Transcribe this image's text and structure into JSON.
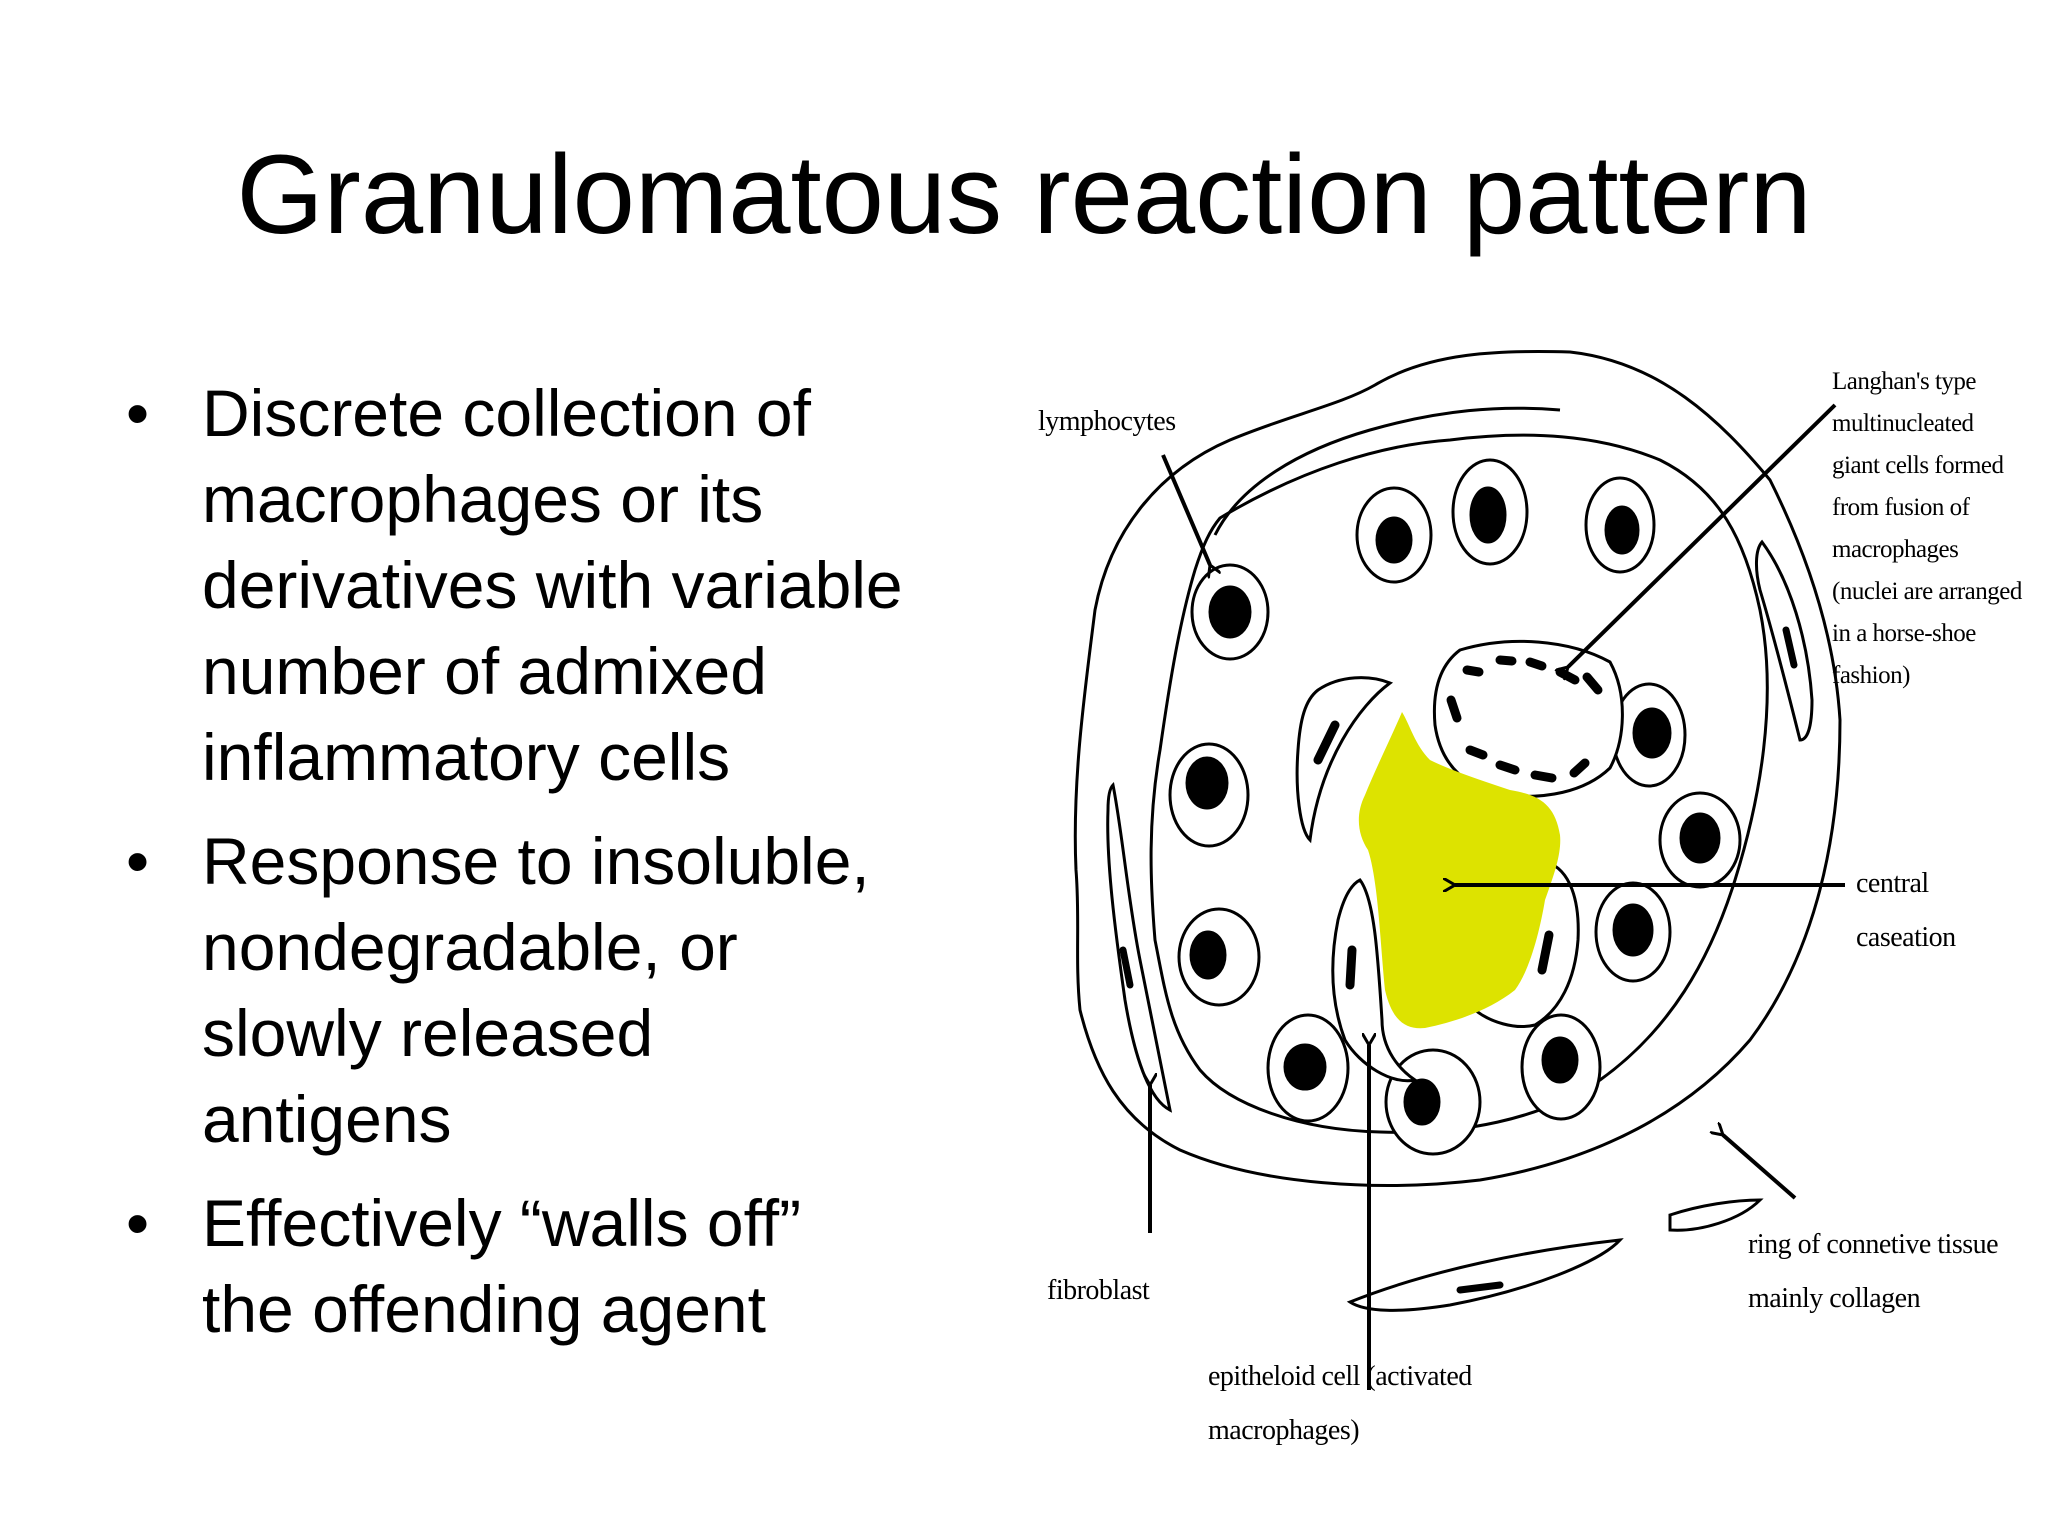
{
  "slide": {
    "title": "Granulomatous reaction pattern",
    "bullets": [
      {
        "text": "Discrete collection of\nmacrophages or its\nderivatives with variable\nnumber of admixed\ninflammatory cells"
      },
      {
        "text": "Response to insoluble,\nnondegradable, or\nslowly  released\nantigens"
      },
      {
        "text": "Effectively “walls off”\nthe offending agent"
      }
    ],
    "bullet_symbol": "•"
  },
  "diagram": {
    "labels": {
      "lymphocytes": "lymphocytes",
      "langhans": "Langhan's type\nmultinucleated\ngiant cells formed\nfrom fusion of\nmacrophages\n(nuclei are arranged\nin a horse-shoe\nfashion)",
      "central_caseation": "central\ncaseation",
      "fibroblast": "fibroblast",
      "ring": "ring of connetive tissue\nmainly collagen",
      "epitheloid": "epitheloid cell (activated\nmacrophages)"
    },
    "colors": {
      "caseation": "#dde300",
      "stroke": "#000000"
    }
  }
}
